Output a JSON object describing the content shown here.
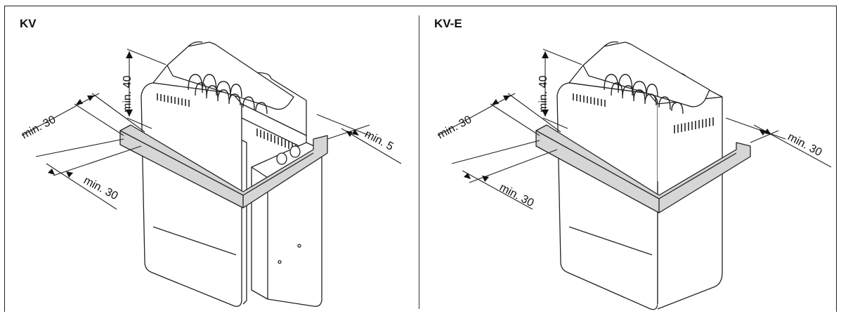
{
  "panels": [
    {
      "title": "KV",
      "dimensions": {
        "top": "min. 40",
        "front_left": "min. 30",
        "front_bottom": "min. 30",
        "side_right": "min. 5"
      }
    },
    {
      "title": "KV-E",
      "dimensions": {
        "top": "min. 40",
        "front_left": "min. 30",
        "front_bottom": "min. 30",
        "side_right": "min. 30"
      }
    }
  ],
  "colors": {
    "line": "#222222",
    "guard_fill": "#d6d6d6",
    "heater_fill": "#ffffff"
  }
}
